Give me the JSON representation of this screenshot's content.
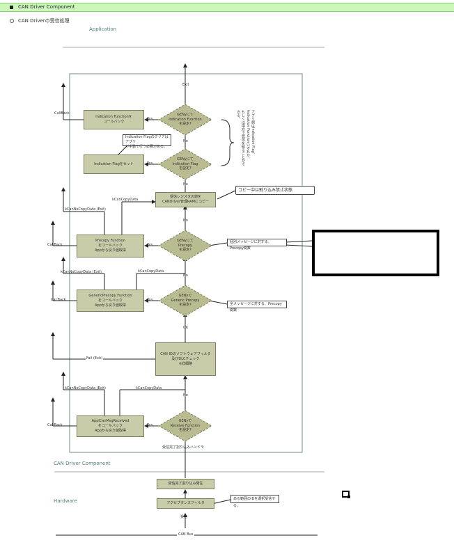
{
  "header": {
    "title": "CAN Driver Component"
  },
  "section": {
    "title": "CAN Driverの受信処理"
  },
  "layers": {
    "application": "Application",
    "can_driver": "CAN Driver Component",
    "hardware": "Hardware"
  },
  "flow": {
    "exit": "Exit",
    "d_indication_fn": "GENyにて\nIndication Function\nを設定?",
    "d_indication_flag": "GENyにて\nIndication Flag\nを設定?",
    "d_precopy": "GENyにて\nPrecopy\nを設定?",
    "d_generic_precopy": "GENyで\nGeneric Precopy\nを設定?",
    "d_receive_fn": "GENyで\nReceive Function\nを設定?",
    "b_indication_fn": "Indication Functionを\nコールバック",
    "b_indication_flag": "Indication Flagをセット",
    "b_copy": "受信レジスタの値を\nCANDriver管理RAMにコピー",
    "b_precopy": "Precopy Function\nをコールバック\nAppから戻り値取得",
    "b_generic_precopy": "GenericPrecopy Function\nをコールバック\nAppから戻り値取得",
    "b_filter": "CAN IDのソフトウェアフィルタ\n及びDLCチェック\n※詳細略",
    "b_app_received": "ApplCanMsgReceived\nをコールバック\nAppから戻り値取得",
    "b_interrupt": "受信完了割り込み発生",
    "b_acceptance": "アクセプタンスフィルタ",
    "yes": "Yes",
    "no": "No",
    "ok": "OK",
    "callback": "CallBack",
    "callback_split": "Cal Back",
    "kcancopydata": "kCanCopyData",
    "kcannocopydata_exit": "kCanNoCopyData (Exit)",
    "fail_exit": "Fail (Exit)",
    "handler": "受信完了割り込みハンドラ",
    "receive": "受信",
    "can_bus": "CAN Bus"
  },
  "notes": {
    "flag_note": "Indication Flagのクリアはアプリ\nが手動で行う必要がある。",
    "copy_note": "コピー中は割り込み禁止状態",
    "precopy_note": "個別メッセージに対する、Precopy関数",
    "generic_note": "全メッセージに対する、Precopy関数",
    "acceptance_note": "ある範囲のIDを選択受信する。",
    "brace_note": "アプリ側はIndication Flag、\nIndication Functionいずれか、\nもしくは両方で受信を知ることができる。"
  }
}
